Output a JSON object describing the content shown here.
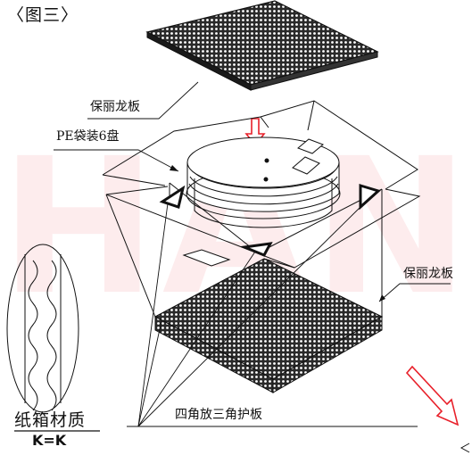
{
  "figure": {
    "number_label": "〈图三〉"
  },
  "callouts": {
    "top_pad": "保丽龙板",
    "pe_bag": "PE袋装6盘",
    "bottom_pad": "保丽龙板",
    "corner_guards": "四角放三角护板"
  },
  "material": {
    "title": "纸箱材质",
    "flute": "K=K"
  },
  "watermark": {
    "text": "HAND"
  },
  "colors": {
    "line": "#111111",
    "red_arrow": "#e8202a",
    "foam_fill": "#2a2a2a",
    "watermark": "#e8202a"
  },
  "icons": {
    "down_arrow": "red-down-arrow-icon",
    "diag_arrow": "red-diagonal-arrow-icon"
  }
}
